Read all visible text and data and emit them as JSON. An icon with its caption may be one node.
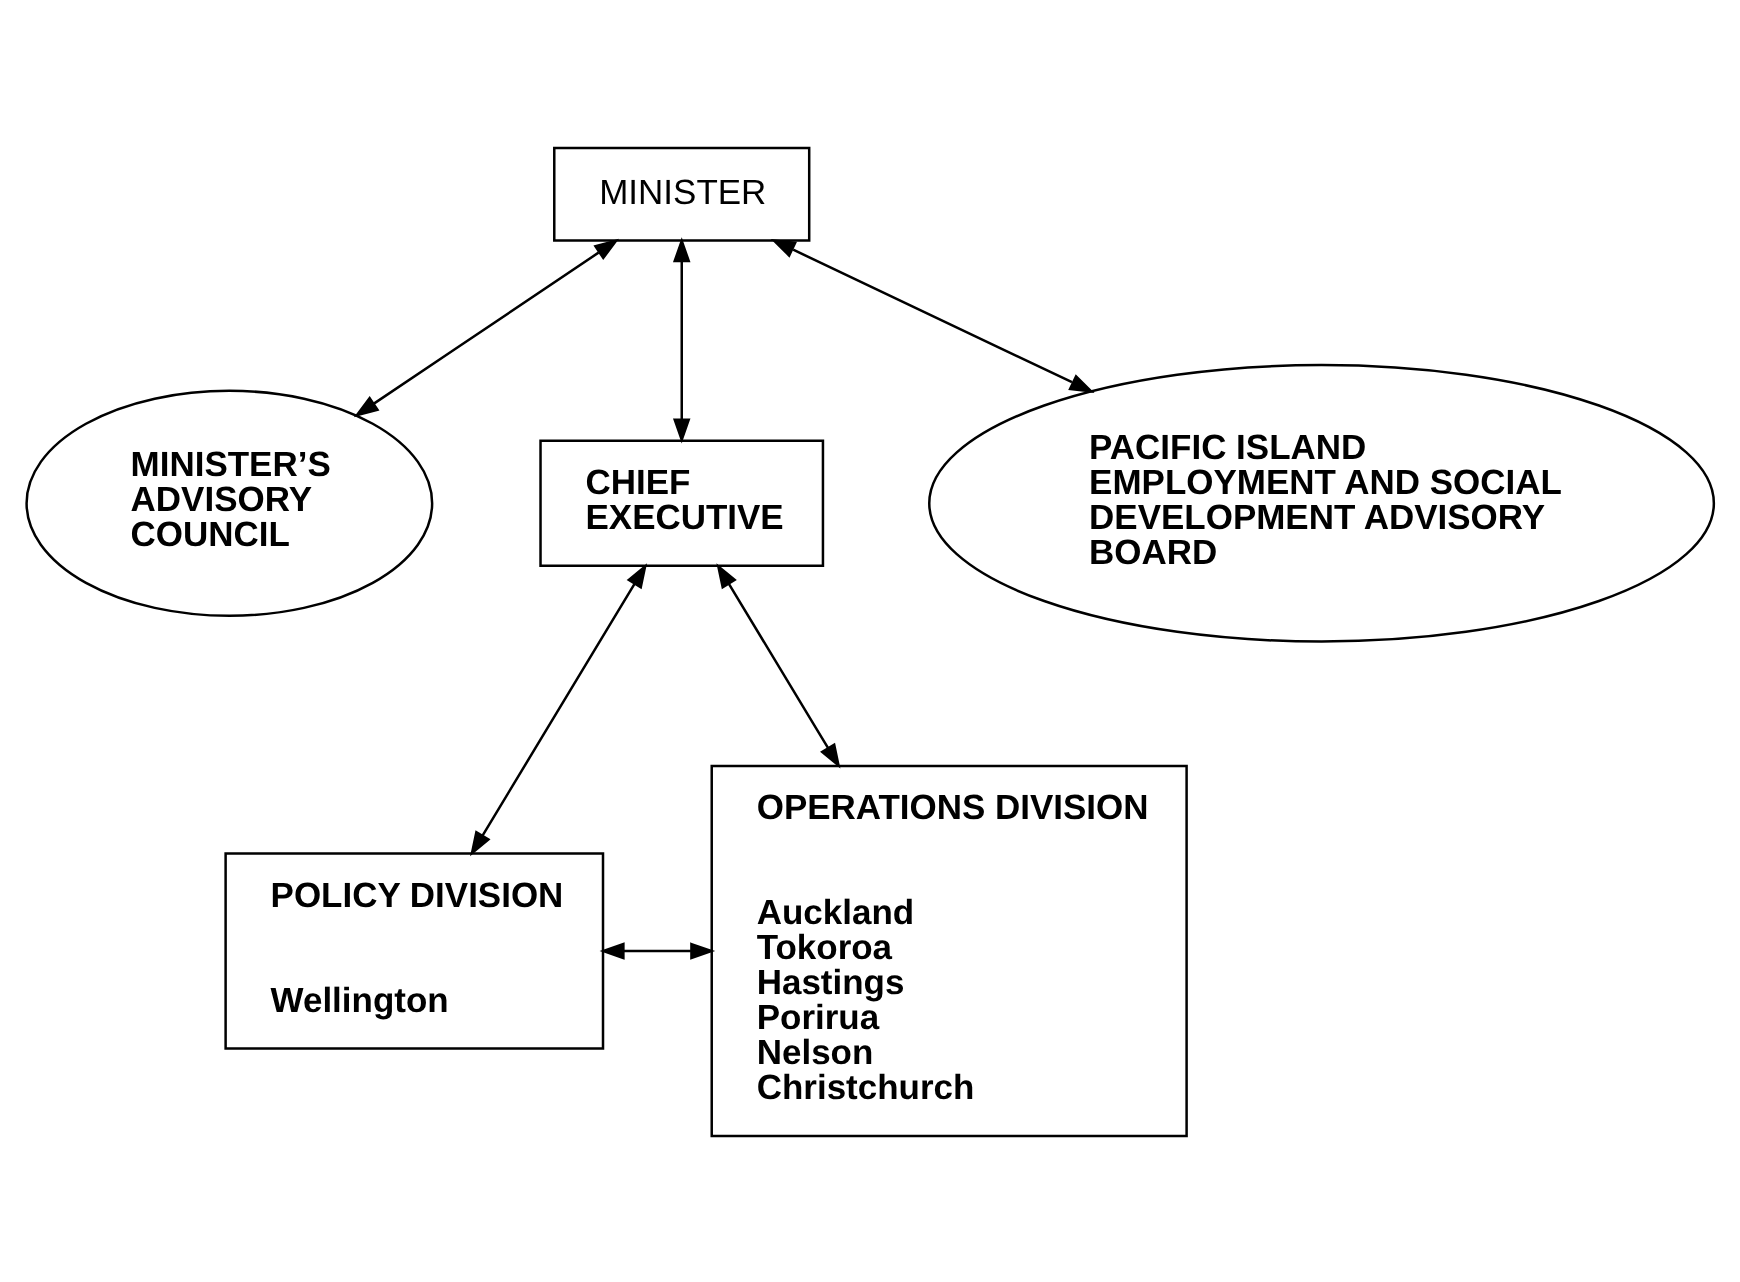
{
  "diagram": {
    "nodes": [
      {
        "text": [
          "MINISTER"
        ]
      },
      {
        "text": [
          "MINISTER’S ADVISORY COUNCIL"
        ]
      },
      {
        "text": [
          "CHIEF EXECUTIVE"
        ]
      },
      {
        "text": [
          "PACIFIC ISLAND EMPLOYMENT AND SOCIAL DEVELOPMENT ADVISORY BOARD"
        ]
      },
      {
        "text": [
          "POLICY DIVISION",
          "Wellington"
        ]
      },
      {
        "text": [
          "OPERATIONS DIVISION",
          "Auckland",
          "Tokoroa",
          "Hastings",
          "Porirua",
          "Nelson",
          "Christchurch"
        ]
      }
    ],
    "edges": [
      {
        "from": 0,
        "to": 1,
        "arrow": "both"
      },
      {
        "from": 0,
        "to": 2,
        "arrow": "both"
      },
      {
        "from": 0,
        "to": 3,
        "arrow": "both"
      },
      {
        "from": 2,
        "to": 4,
        "arrow": "both"
      },
      {
        "from": 2,
        "to": 5,
        "arrow": "both"
      },
      {
        "from": 4,
        "to": 5,
        "arrow": "both"
      }
    ]
  }
}
